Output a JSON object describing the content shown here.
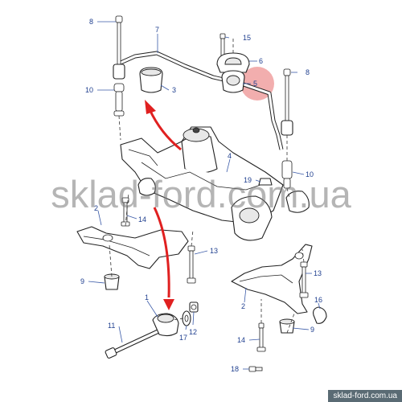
{
  "callouts": {
    "c1": "1",
    "c2a": "2",
    "c2b": "2",
    "c3": "3",
    "c4": "4",
    "c5": "5",
    "c6": "6",
    "c7": "7",
    "c8a": "8",
    "c8b": "8",
    "c9a": "9",
    "c9b": "9",
    "c10a": "10",
    "c10b": "10",
    "c11": "11",
    "c12": "12",
    "c13a": "13",
    "c13b": "13",
    "c14a": "14",
    "c14b": "14",
    "c15": "15",
    "c16": "16",
    "c17": "17",
    "c18": "18",
    "c19": "19"
  },
  "watermark": "sklad-ford.com.ua",
  "source_tag": "sklad-ford.com.ua",
  "colors": {
    "callout_text": "#1f3f8f",
    "arrow": "#e02020",
    "highlight": "#f0a0a0"
  }
}
